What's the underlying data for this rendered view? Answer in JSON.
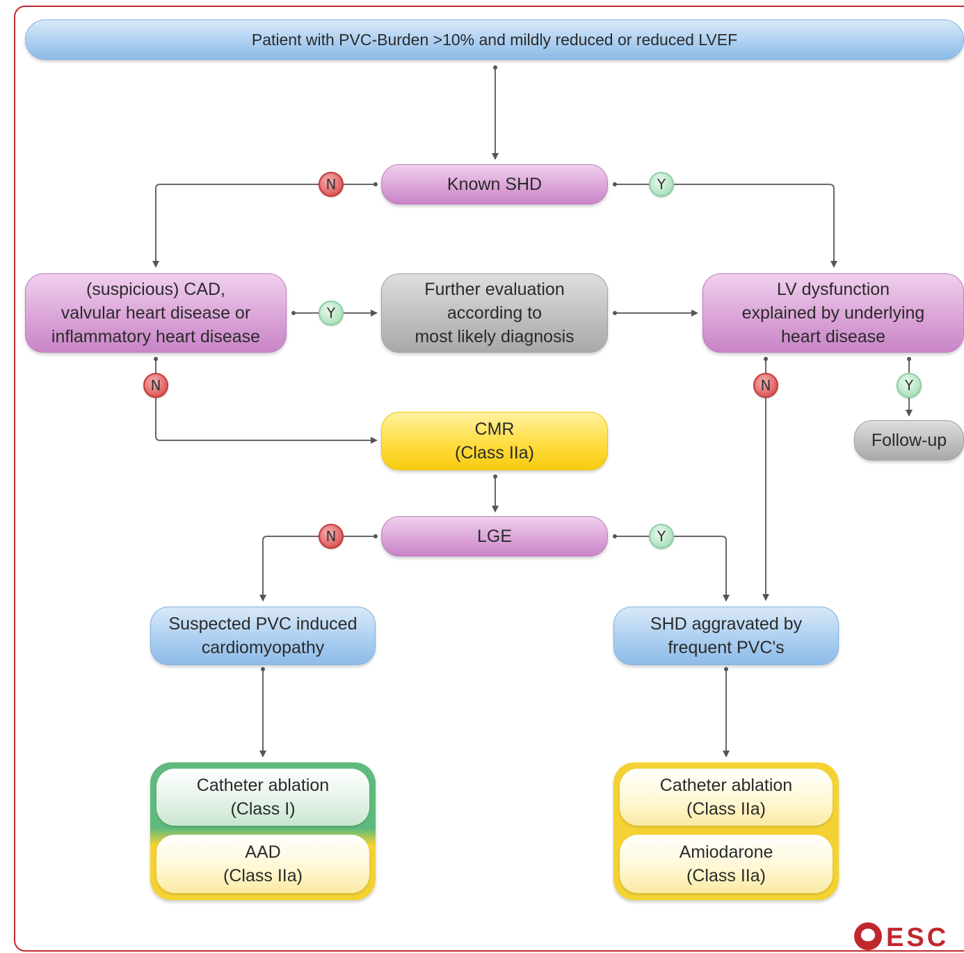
{
  "nodes": {
    "top": "Patient with PVC-Burden >10% and mildly reduced or reduced LVEF",
    "known_shd": "Known SHD",
    "cad": "(suspicious) CAD,\nvalvular heart disease or\ninflammatory heart disease",
    "further_eval": "Further evaluation\naccording to\nmost likely diagnosis",
    "lv_dysfunction": "LV dysfunction\nexplained by underlying\nheart disease",
    "follow_up": "Follow-up",
    "cmr": "CMR\n(Class IIa)",
    "lge": "LGE",
    "suspected_pvc": "Suspected PVC induced\ncardiomyopathy",
    "shd_aggravated": "SHD aggravated by\nfrequent PVC's",
    "left_treat_1": "Catheter ablation\n(Class I)",
    "left_treat_2": "AAD\n(Class IIa)",
    "right_treat_1": "Catheter ablation\n(Class IIa)",
    "right_treat_2": "Amiodarone\n(Class IIa)"
  },
  "badges": {
    "no": "N",
    "yes": "Y"
  },
  "logo": {
    "text": "ESC",
    "icon": "esc-heart-logo-icon"
  },
  "colors": {
    "blue": "#a9cdf0",
    "purple": "#d9a1d6",
    "gray": "#bdbdbd",
    "yellow": "#ffdd40",
    "green": "#5fba7d",
    "no_badge": "#e26868",
    "yes_badge": "#b9e6c6",
    "frame": "#c0282e"
  }
}
